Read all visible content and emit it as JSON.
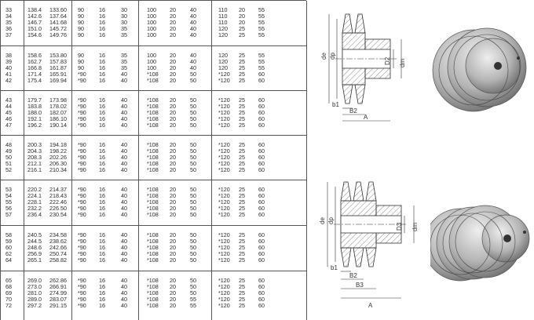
{
  "table": {
    "groups": [
      {
        "rows": [
          [
            "33",
            "138.4",
            "133.60",
            "90",
            "16",
            "30",
            "100",
            "20",
            "40",
            "110",
            "20",
            "55"
          ],
          [
            "34",
            "142.6",
            "137.64",
            "90",
            "16",
            "30",
            "100",
            "20",
            "40",
            "110",
            "20",
            "55"
          ],
          [
            "35",
            "146.7",
            "141.68",
            "90",
            "16",
            "30",
            "100",
            "20",
            "40",
            "110",
            "20",
            "55"
          ],
          [
            "36",
            "151.0",
            "145.72",
            "90",
            "16",
            "35",
            "100",
            "20",
            "40",
            "120",
            "25",
            "55"
          ],
          [
            "37",
            "154.6",
            "149.76",
            "90",
            "16",
            "35",
            "100",
            "20",
            "40",
            "120",
            "25",
            "55"
          ]
        ]
      },
      {
        "rows": [
          [
            "38",
            "158.6",
            "153.80",
            "90",
            "16",
            "35",
            "100",
            "20",
            "40",
            "120",
            "25",
            "55"
          ],
          [
            "39",
            "162.7",
            "157.83",
            "90",
            "16",
            "35",
            "100",
            "20",
            "40",
            "120",
            "25",
            "55"
          ],
          [
            "40",
            "166.8",
            "161.87",
            "90",
            "16",
            "35",
            "100",
            "20",
            "40",
            "120",
            "25",
            "55"
          ],
          [
            "41",
            "171.4",
            "165.91",
            "*90",
            "16",
            "40",
            "*108",
            "20",
            "50",
            "*120",
            "25",
            "60"
          ],
          [
            "42",
            "175.4",
            "169.94",
            "*90",
            "16",
            "40",
            "*108",
            "20",
            "50",
            "*120",
            "25",
            "60"
          ]
        ]
      },
      {
        "rows": [
          [
            "43",
            "179.7",
            "173.98",
            "*90",
            "16",
            "40",
            "*108",
            "20",
            "50",
            "*120",
            "25",
            "60"
          ],
          [
            "44",
            "183.8",
            "178.02",
            "*90",
            "16",
            "40",
            "*108",
            "20",
            "50",
            "*120",
            "25",
            "60"
          ],
          [
            "45",
            "188.0",
            "182.07",
            "*90",
            "16",
            "40",
            "*108",
            "20",
            "50",
            "*120",
            "25",
            "60"
          ],
          [
            "46",
            "192.1",
            "186.10",
            "*90",
            "16",
            "40",
            "*108",
            "20",
            "50",
            "*120",
            "25",
            "60"
          ],
          [
            "47",
            "196.2",
            "190.14",
            "*90",
            "16",
            "40",
            "*108",
            "20",
            "50",
            "*120",
            "25",
            "60"
          ]
        ]
      },
      {
        "rows": [
          [
            "48",
            "200.3",
            "194.18",
            "*90",
            "16",
            "40",
            "*108",
            "20",
            "50",
            "*120",
            "25",
            "60"
          ],
          [
            "49",
            "204.3",
            "198.22",
            "*90",
            "16",
            "40",
            "*108",
            "20",
            "50",
            "*120",
            "25",
            "60"
          ],
          [
            "50",
            "208.3",
            "202.26",
            "*90",
            "16",
            "40",
            "*108",
            "20",
            "50",
            "*120",
            "25",
            "60"
          ],
          [
            "51",
            "212.1",
            "206.30",
            "*90",
            "16",
            "40",
            "*108",
            "20",
            "50",
            "*120",
            "25",
            "60"
          ],
          [
            "52",
            "216.1",
            "210.34",
            "*90",
            "16",
            "40",
            "*108",
            "20",
            "50",
            "*120",
            "25",
            "60"
          ]
        ]
      },
      {
        "rows": [
          [
            "53",
            "220.2",
            "214.37",
            "*90",
            "16",
            "40",
            "*108",
            "20",
            "50",
            "*120",
            "25",
            "60"
          ],
          [
            "54",
            "224.1",
            "218.43",
            "*90",
            "16",
            "40",
            "*108",
            "20",
            "50",
            "*120",
            "25",
            "60"
          ],
          [
            "55",
            "228.1",
            "222.46",
            "*90",
            "16",
            "40",
            "*108",
            "20",
            "50",
            "*120",
            "25",
            "60"
          ],
          [
            "56",
            "232.2",
            "226.50",
            "*90",
            "16",
            "40",
            "*108",
            "20",
            "50",
            "*120",
            "25",
            "60"
          ],
          [
            "57",
            "236.4",
            "230.54",
            "*90",
            "16",
            "40",
            "*108",
            "20",
            "50",
            "*120",
            "25",
            "60"
          ]
        ]
      },
      {
        "rows": [
          [
            "58",
            "240.5",
            "234.58",
            "*90",
            "16",
            "40",
            "*108",
            "20",
            "50",
            "*120",
            "25",
            "60"
          ],
          [
            "59",
            "244.5",
            "238.62",
            "*90",
            "16",
            "40",
            "*108",
            "20",
            "50",
            "*120",
            "25",
            "60"
          ],
          [
            "60",
            "248.6",
            "242.66",
            "*90",
            "16",
            "40",
            "*108",
            "20",
            "50",
            "*120",
            "25",
            "60"
          ],
          [
            "62",
            "256.9",
            "250.74",
            "*90",
            "16",
            "40",
            "*108",
            "20",
            "50",
            "*120",
            "25",
            "60"
          ],
          [
            "64",
            "265.1",
            "258.82",
            "*90",
            "16",
            "40",
            "*108",
            "20",
            "50",
            "*120",
            "25",
            "60"
          ]
        ]
      },
      {
        "rows": [
          [
            "65",
            "269.0",
            "262.86",
            "*90",
            "16",
            "40",
            "*108",
            "20",
            "50",
            "*120",
            "25",
            "60"
          ],
          [
            "68",
            "273.0",
            "266.91",
            "*90",
            "16",
            "40",
            "*108",
            "20",
            "50",
            "*120",
            "25",
            "60"
          ],
          [
            "69",
            "281.0",
            "274.99",
            "*90",
            "16",
            "40",
            "*108",
            "20",
            "50",
            "*120",
            "25",
            "60"
          ],
          [
            "70",
            "289.0",
            "283.07",
            "*90",
            "16",
            "40",
            "*108",
            "20",
            "55",
            "*120",
            "25",
            "60"
          ],
          [
            "72",
            "297.2",
            "291.15",
            "*90",
            "16",
            "40",
            "*108",
            "20",
            "55",
            "*120",
            "25",
            "60"
          ]
        ]
      }
    ]
  },
  "diagram_top": {
    "labels": {
      "de": "de",
      "dp": "dp",
      "d2": "D2",
      "dm": "dm",
      "b1": "b1",
      "b2": "B2",
      "a": "A"
    }
  },
  "diagram_bottom": {
    "labels": {
      "de": "de",
      "dp": "dp",
      "d3": "D3",
      "dm": "dm",
      "b1": "b1",
      "b2": "B2",
      "b3": "B3",
      "a": "A"
    }
  }
}
